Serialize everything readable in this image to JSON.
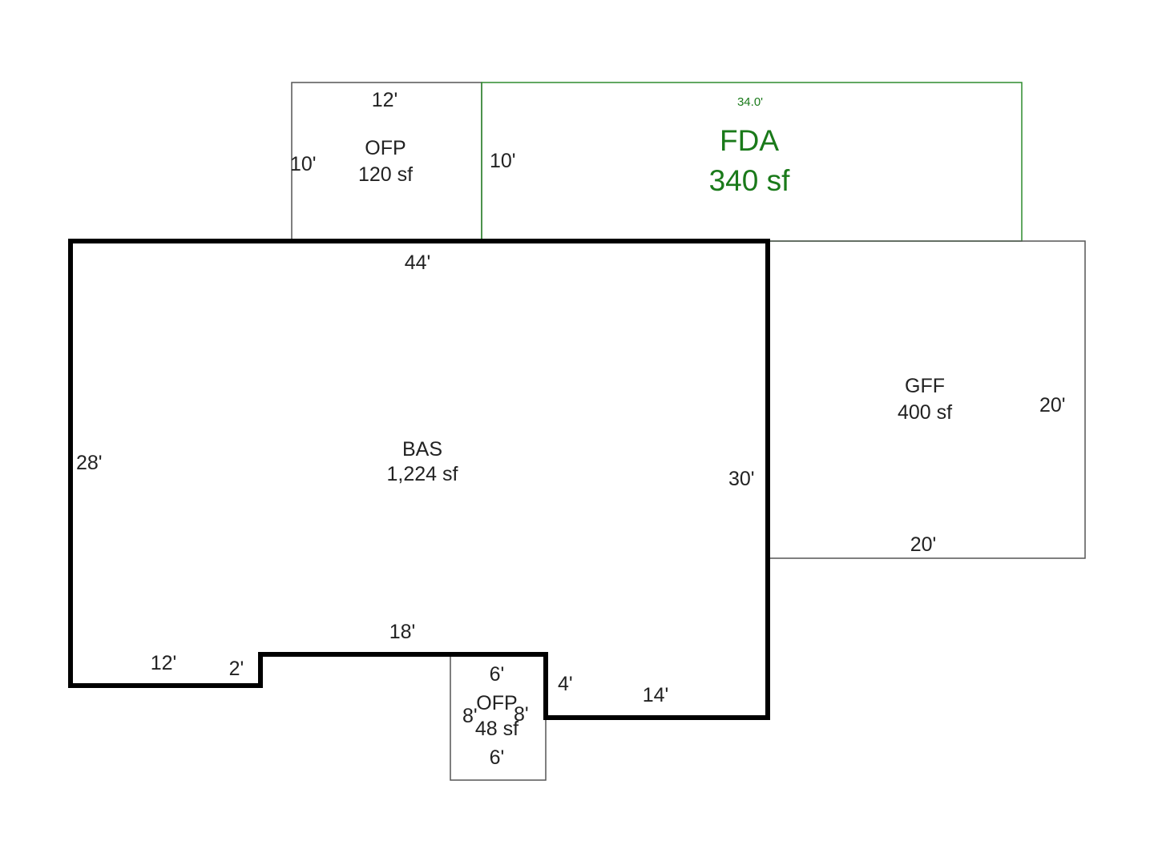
{
  "colors": {
    "background": "#ffffff",
    "outline": "#000000",
    "thin_outline": "#555555",
    "fda_accent": "#2e8b2e",
    "text": "#222222"
  },
  "areas": {
    "ofp_top": {
      "code": "OFP",
      "area": "120 sf",
      "dims": {
        "top": "12'",
        "left": "10'"
      }
    },
    "fda": {
      "code": "FDA",
      "area": "340 sf",
      "dims": {
        "top": "34.0'",
        "left": "10'"
      }
    },
    "bas": {
      "code": "BAS",
      "area": "1,224 sf",
      "dims": {
        "top": "44'",
        "left": "28'",
        "right": "30'",
        "bottom_left": "12'",
        "step": "2'",
        "bottom_mid": "18'",
        "notch": "4'",
        "bottom_right": "14'"
      }
    },
    "gff": {
      "code": "GFF",
      "area": "400 sf",
      "dims": {
        "right": "20'",
        "bottom": "20'"
      }
    },
    "ofp_bottom": {
      "code": "OFP",
      "area": "48 sf",
      "dims": {
        "top": "6'",
        "left": "8'",
        "right": "8'",
        "bottom": "6'"
      }
    }
  }
}
